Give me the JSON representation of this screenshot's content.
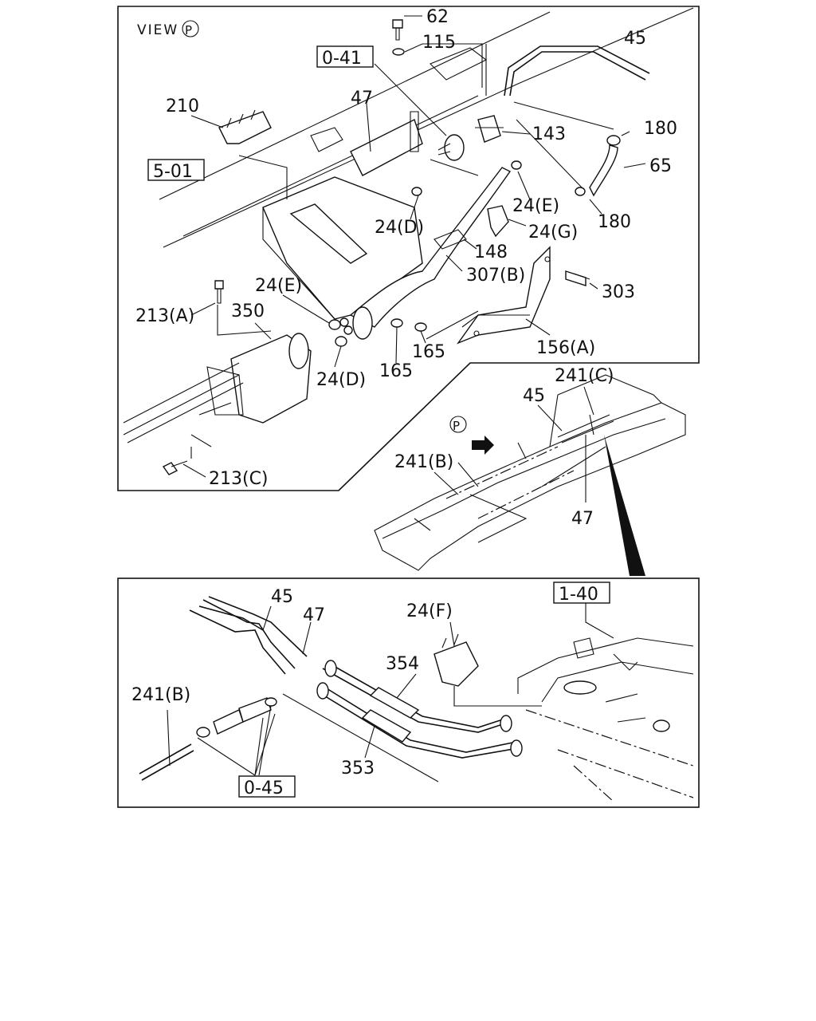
{
  "view_label": "VIEW",
  "view_marker": "P",
  "detail_marker": "P",
  "ref_boxes": {
    "r041": "0-41",
    "r501": "5-01",
    "r140": "1-40",
    "r045": "0-45"
  },
  "callouts": {
    "c62": "62",
    "c115": "115",
    "c45a": "45",
    "c47a": "47",
    "c210": "210",
    "c143": "143",
    "c180a": "180",
    "c65": "65",
    "c24e_a": "24(E)",
    "c180b": "180",
    "c24d_a": "24(D)",
    "c24g": "24(G)",
    "c148": "148",
    "c307b": "307(B)",
    "c303": "303",
    "c24e_b": "24(E)",
    "c213a": "213(A)",
    "c350": "350",
    "c165a": "165",
    "c165b": "165",
    "c156a": "156(A)",
    "c24d_b": "24(D)",
    "c213c": "213(C)",
    "c241c": "241(C)",
    "c45b": "45",
    "c241b_a": "241(B)",
    "c47b": "47",
    "c45c": "45",
    "c47c": "47",
    "c24f": "24(F)",
    "c354": "354",
    "c241b_b": "241(B)",
    "c353": "353"
  }
}
